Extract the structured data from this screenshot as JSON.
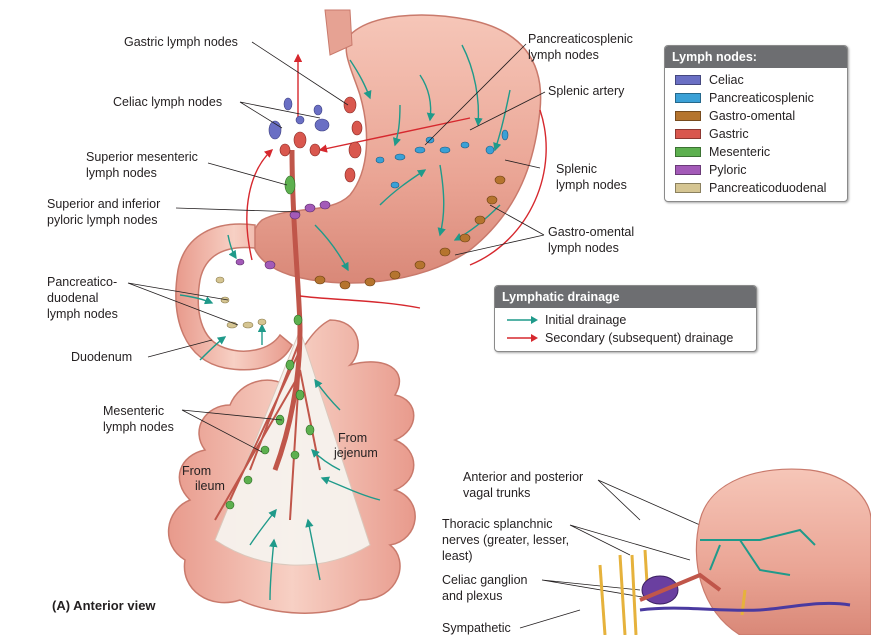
{
  "labels": {
    "gastric": "Gastric lymph nodes",
    "celiac": "Celiac lymph nodes",
    "sup_mes_1": "Superior mesenteric",
    "sup_mes_2": "lymph nodes",
    "pyl_1": "Superior and inferior",
    "pyl_2": "pyloric lymph nodes",
    "pd_1": "Pancreatico-",
    "pd_2": "duodenal",
    "pd_3": "lymph nodes",
    "duodenum": "Duodenum",
    "mes_1": "Mesenteric",
    "mes_2": "lymph nodes",
    "from_ileum_1": "From",
    "from_ileum_2": "ileum",
    "from_jej_1": "From",
    "from_jej_2": "jejenum",
    "pancspl_1": "Pancreaticosplenic",
    "pancspl_2": "lymph nodes",
    "splenic_artery": "Splenic artery",
    "splenic_ln_1": "Splenic",
    "splenic_ln_2": "lymph nodes",
    "gastro_om_1": "Gastro-omental",
    "gastro_om_2": "lymph nodes",
    "vagal_1": "Anterior and posterior",
    "vagal_2": "vagal trunks",
    "thor_1": "Thoracic splanchnic",
    "thor_2": "nerves (greater, lesser,",
    "thor_3": "least)",
    "celiac_g_1": "Celiac ganglion",
    "celiac_g_2": "and plexus",
    "sympathetic": "Sympathetic"
  },
  "caption": "(A)  Anterior view",
  "legend": {
    "title": "Lymph nodes:",
    "items": [
      {
        "label": "Celiac",
        "color": "#6a6fc4"
      },
      {
        "label": "Pancreaticosplenic",
        "color": "#3aa0d6"
      },
      {
        "label": "Gastro-omental",
        "color": "#b5742e"
      },
      {
        "label": "Gastric",
        "color": "#d9574e"
      },
      {
        "label": "Mesenteric",
        "color": "#5db04f"
      },
      {
        "label": "Pyloric",
        "color": "#a35ab8"
      },
      {
        "label": "Pancreaticoduodenal",
        "color": "#d5c592"
      }
    ]
  },
  "drainage": {
    "title": "Lymphatic drainage",
    "items": [
      {
        "label": "Initial drainage",
        "color": "#1f9a8a"
      },
      {
        "label": "Secondary (subsequent) drainage",
        "color": "#d6282e"
      }
    ]
  }
}
